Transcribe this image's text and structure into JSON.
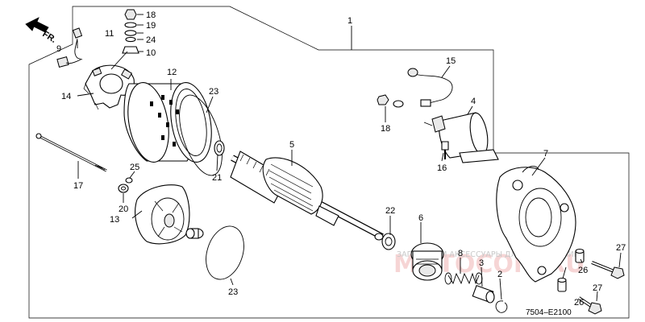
{
  "diagram": {
    "direction_label": "FR.",
    "part_code": "7504–E2100",
    "watermark_line1": "ЗАПЧАСТИ И АКСЕССУАРЫ ДЛЯ МОТОТЕХНИКИ",
    "watermark_logo": "MOTOCOM.RU",
    "callouts": [
      {
        "id": "c18a",
        "text": "18"
      },
      {
        "id": "c19",
        "text": "19"
      },
      {
        "id": "c11",
        "text": "11"
      },
      {
        "id": "c24",
        "text": "24"
      },
      {
        "id": "c10",
        "text": "10"
      },
      {
        "id": "c9",
        "text": "9"
      },
      {
        "id": "c1",
        "text": "1"
      },
      {
        "id": "c12",
        "text": "12"
      },
      {
        "id": "c14",
        "text": "14"
      },
      {
        "id": "c23a",
        "text": "23"
      },
      {
        "id": "c15",
        "text": "15"
      },
      {
        "id": "c4",
        "text": "4"
      },
      {
        "id": "c18b",
        "text": "18"
      },
      {
        "id": "c16",
        "text": "16"
      },
      {
        "id": "c7",
        "text": "7"
      },
      {
        "id": "c5",
        "text": "5"
      },
      {
        "id": "c21",
        "text": "21"
      },
      {
        "id": "c17",
        "text": "17"
      },
      {
        "id": "c25",
        "text": "25"
      },
      {
        "id": "c20",
        "text": "20"
      },
      {
        "id": "c13",
        "text": "13"
      },
      {
        "id": "c22",
        "text": "22"
      },
      {
        "id": "c6",
        "text": "6"
      },
      {
        "id": "c8",
        "text": "8"
      },
      {
        "id": "c3",
        "text": "3"
      },
      {
        "id": "c2",
        "text": "2"
      },
      {
        "id": "c23b",
        "text": "23"
      },
      {
        "id": "c26a",
        "text": "26"
      },
      {
        "id": "c27a",
        "text": "27"
      },
      {
        "id": "c26b",
        "text": "26"
      },
      {
        "id": "c27b",
        "text": "27"
      }
    ]
  }
}
